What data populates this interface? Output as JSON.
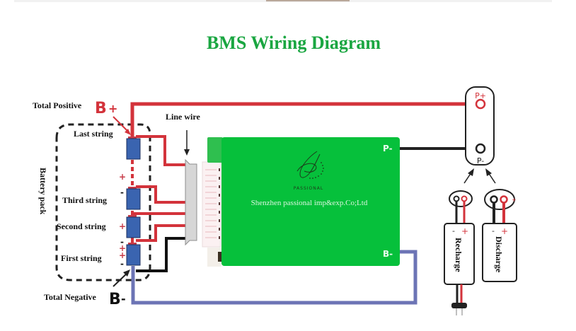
{
  "title": "BMS Wiring Diagram",
  "colors": {
    "title": "#1aa641",
    "board": "#06c03b",
    "positive_wire": "#d3333b",
    "negative_wire": "#111111",
    "b_minus_wire": "#6c74b5",
    "cell": "#3a64b0"
  },
  "labels": {
    "total_positive": "Total Positive",
    "b_plus_letter": "B",
    "b_plus_sign": "+",
    "total_negative": "Total Negative",
    "b_minus_letter": "B",
    "b_minus_sign": "-",
    "battery_pack": "Battery pack",
    "line_wire": "Line wire",
    "last_string": "Last string",
    "third_string": "Third string",
    "second_string": "Second string",
    "first_string": "First string",
    "plus": "+",
    "minus": "-"
  },
  "board": {
    "brand": "PASSIONAL",
    "company": "Shenzhen passional imp&exp.Co;Ltd",
    "p_minus": "P-",
    "b_minus": "B-"
  },
  "terminal": {
    "p_plus": "P+",
    "p_minus": "P-"
  },
  "devices": {
    "recharge": {
      "label": "Recharge",
      "minus": "-",
      "plus": "+"
    },
    "discharge": {
      "label": "Discharge",
      "minus": "-",
      "plus": "+"
    }
  }
}
